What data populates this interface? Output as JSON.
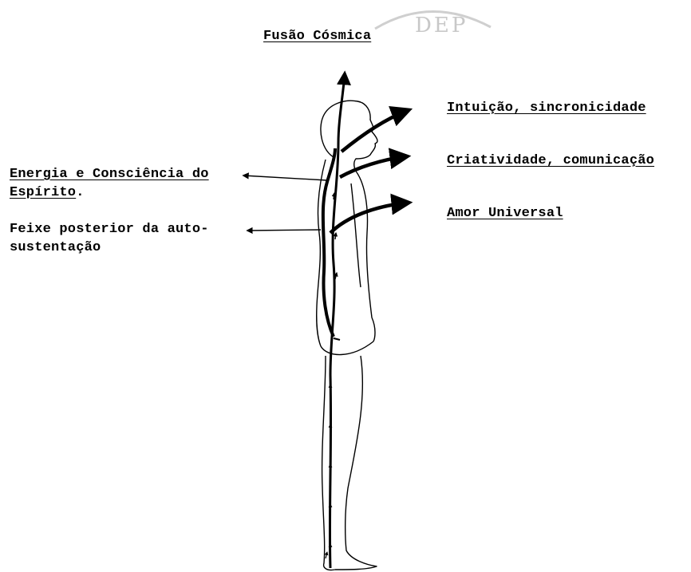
{
  "title": "Fusão Cósmica",
  "seal": {
    "text": "DEP"
  },
  "labels": {
    "intuicao": "Intuição, sincronicidade",
    "criatividade": "Criatividade, comunicação",
    "amor": "Amor Universal",
    "energia_line1": "Energia e Consciência do",
    "energia_line2_underlined": "Espírito",
    "energia_line2_suffix": ".",
    "feixe_line1": "Feixe posterior da auto-",
    "feixe_line2": "sustentação"
  }
}
